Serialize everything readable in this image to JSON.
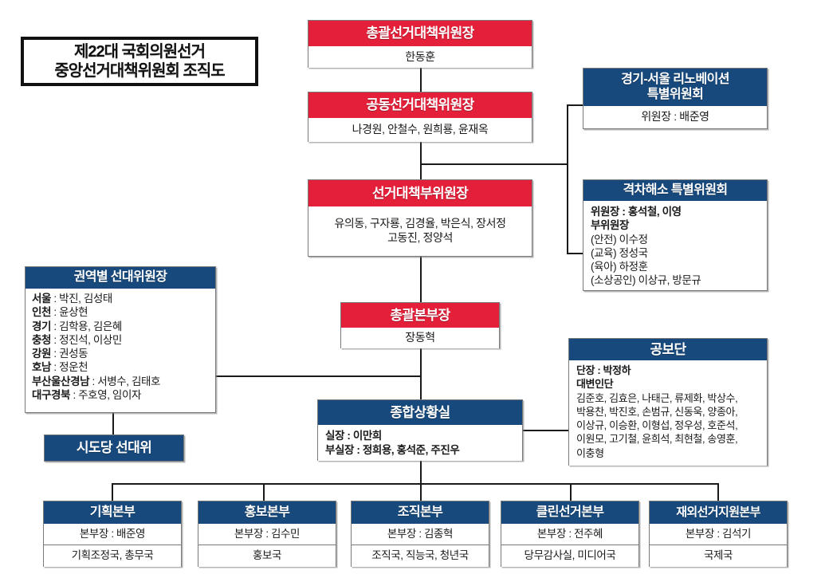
{
  "title": {
    "line1": "제22대 국회의원선거",
    "line2": "중앙선거대책위원회 조직도"
  },
  "colors": {
    "red": "#e41f39",
    "blue": "#17497c",
    "border": "#7a7a7a",
    "line": "#1a1a1a",
    "background": "#ffffff"
  },
  "nodes": {
    "chief": {
      "header": "총괄선거대책위원장",
      "body": "한동훈"
    },
    "co_chief": {
      "header": "공동선거대책위원장",
      "body": "나경원, 안철수, 원희룡, 윤재옥"
    },
    "vice_chief": {
      "header": "선거대책부위원장",
      "body_line1": "유의동, 구자룡, 김경율, 박은식, 장서정",
      "body_line2": "고동진, 정양석"
    },
    "gyeonggi_seoul_renovation": {
      "header_line1": "경기-서울 리노베이션",
      "header_line2": "특별위원회",
      "body": "위원장 : 배준영"
    },
    "gap_resolution": {
      "header": "격차해소 특별위원회",
      "line1": "위원장 : 홍석철, 이영",
      "line2": "부위원장",
      "line3": "(안전) 이수정",
      "line4": "(교육) 정성국",
      "line5": "(육아) 하정훈",
      "line6": "(소상공인) 이상규, 방문규"
    },
    "regional_chiefs": {
      "header": "권역별 선대위원장",
      "rows": [
        {
          "region": "서울",
          "names": "박진, 김성태"
        },
        {
          "region": "인천",
          "names": "윤상현"
        },
        {
          "region": "경기",
          "names": "김학용, 김은혜"
        },
        {
          "region": "충청",
          "names": "정진석, 이상민"
        },
        {
          "region": "강원",
          "names": "권성동"
        },
        {
          "region": "호남",
          "names": "정운천"
        },
        {
          "region": "부산울산경남",
          "names": "서병수, 김태호"
        },
        {
          "region": "대구경북",
          "names": "주호영, 임이자"
        }
      ]
    },
    "local_party": {
      "header": "시도당 선대위"
    },
    "general_hq_chief": {
      "header": "총괄본부장",
      "body": "장동혁"
    },
    "situation_room": {
      "header": "종합상황실",
      "line1": "실장 : 이만희",
      "line2": "부실장 : 정희용, 홍석준, 주진우"
    },
    "pr_group": {
      "header": "공보단",
      "line1": "단장 : 박정하",
      "line2": "대변인단",
      "line3": "김준호, 김효은, 나태근, 류제화, 박상수,",
      "line4": "박용찬, 박진호, 손범규, 신동욱, 양종아,",
      "line5": "이상규, 이승환, 이형섭, 정우성, 호준석,",
      "line6": "이원모, 고기철, 윤희석, 최현철, 송영훈,",
      "line7": "이충형"
    }
  },
  "bottom_departments": [
    {
      "header": "기획본부",
      "chief": "본부장 : 배준영",
      "divisions": "기획조정국, 총무국"
    },
    {
      "header": "홍보본부",
      "chief": "본부장 : 김수민",
      "divisions": "홍보국"
    },
    {
      "header": "조직본부",
      "chief": "본부장 : 김종혁",
      "divisions": "조직국, 직능국, 청년국"
    },
    {
      "header": "클린선거본부",
      "chief": "본부장 : 전주혜",
      "divisions": "당무감사실, 미디어국"
    },
    {
      "header": "재외선거지원본부",
      "chief": "본부장 : 김석기",
      "divisions": "국제국"
    }
  ]
}
